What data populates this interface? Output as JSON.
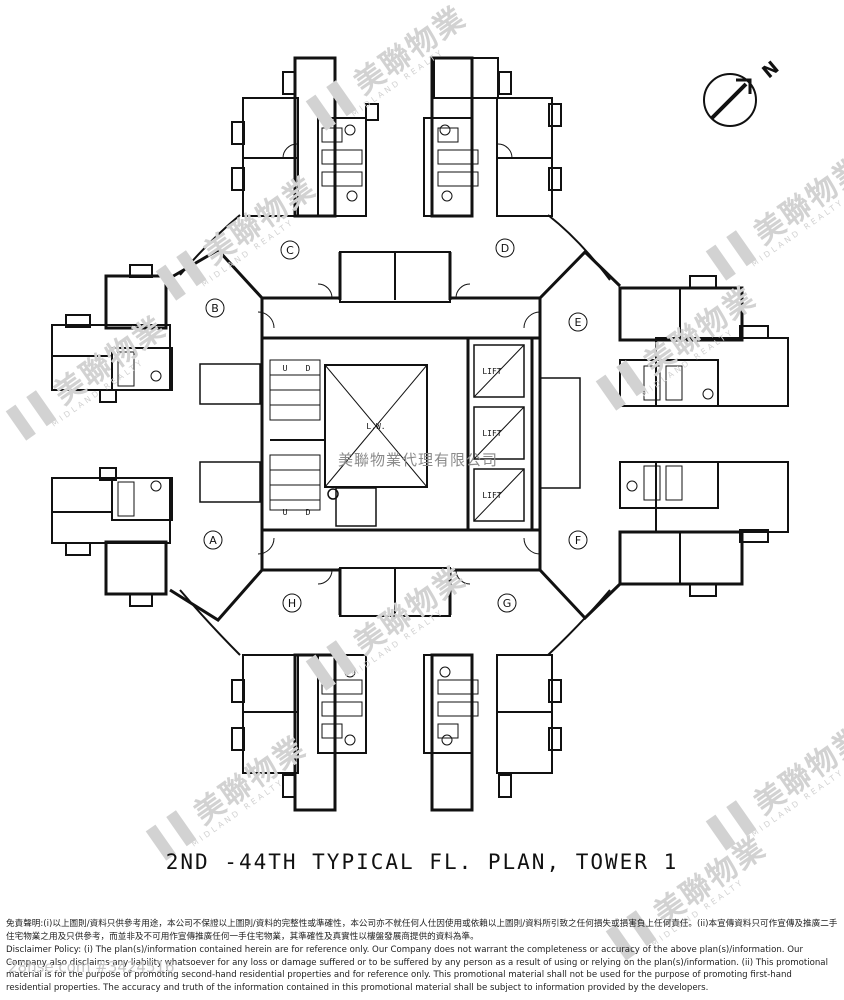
{
  "plan": {
    "title": "2ND -44TH TYPICAL FL. PLAN, TOWER 1",
    "north_label": "N",
    "units": [
      "A",
      "B",
      "C",
      "D",
      "E",
      "F",
      "G",
      "H"
    ],
    "lift_label": "LIFT",
    "lw_label": "L.W.",
    "stair_labels": [
      "U",
      "D"
    ]
  },
  "watermark": {
    "company_cn": "美聯物業代理有限公司",
    "brand": "美聯物業",
    "brand_en": "MIDLAND REALTY",
    "site": "28hse.com #3424516"
  },
  "disclaimer": {
    "zh": "免責聲明:(i)以上圖則/資料只供參考用途，本公司不保證以上圖則/資料的完整性或準確性，本公司亦不就任何人仕因使用或依賴以上圖則/資料所引致之任何損失或損害負上任何責任。(ii)本宣傳資料只可作宣傳及推廣二手住宅物業之用及只供參考，而並非及不可用作宣傳推廣任何一手住宅物業，其準確性及真實性以樓盤發展商提供的資料為準。",
    "en": "Disclaimer Policy: (i) The plan(s)/information contained herein are for reference only. Our Company does not warrant the completeness or accuracy of the above plan(s)/information. Our Company also disclaims any liability whatsoever for any loss or damage suffered or to be suffered by any person as a result of using or relying on the plan(s)/information. (ii) This promotional material is for the purpose of promoting second-hand residential properties and for reference only. This promotional material shall not be used for the purpose of promoting first-hand residential properties. The accuracy and truth of the information contained in this promotional material shall be subject to information provided by the developers."
  }
}
